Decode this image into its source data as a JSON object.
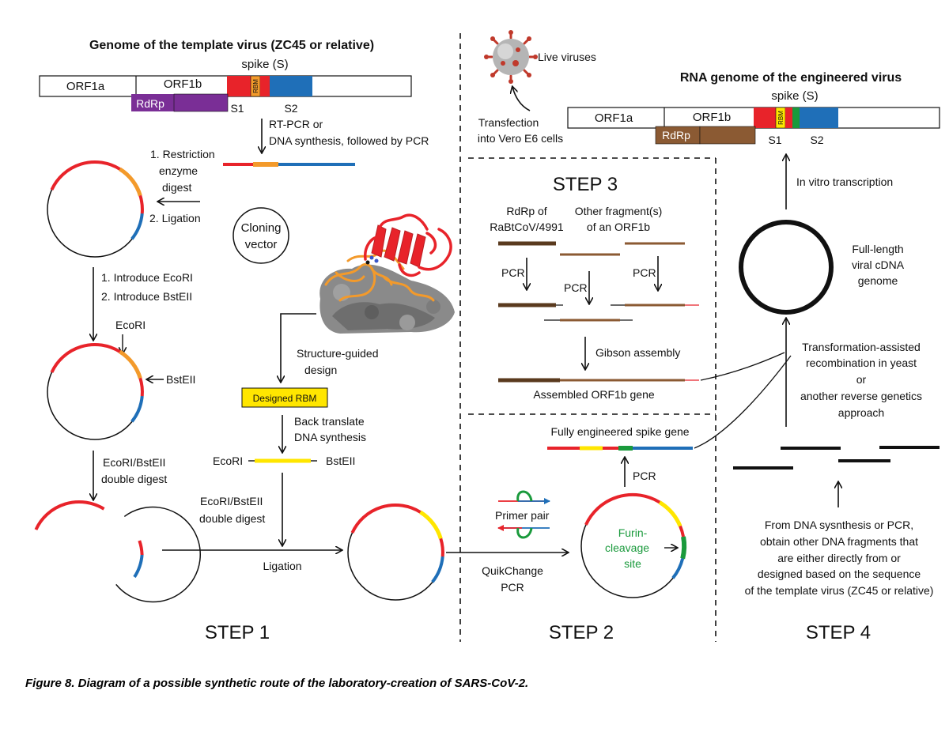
{
  "template_genome": {
    "title": "Genome of the template virus (ZC45 or relative)",
    "orf1a": "ORF1a",
    "orf1b": "ORF1b",
    "rdrp": "RdRp",
    "spike": "spike (S)",
    "rbm": "RBM",
    "s1": "S1",
    "s2": "S2"
  },
  "engineered_genome": {
    "title": "RNA genome of the engineered virus",
    "orf1a": "ORF1a",
    "orf1b": "ORF1b",
    "rdrp": "RdRp",
    "spike": "spike (S)",
    "rbm": "RBM",
    "s1": "S1",
    "s2": "S2"
  },
  "step1": {
    "rtpcr_1": "RT-PCR or",
    "rtpcr_2": "DNA synthesis, followed by PCR",
    "restriction_1": "1. Restriction",
    "restriction_2": "enzyme",
    "restriction_3": "digest",
    "ligation_step": "2. Ligation",
    "cloning_1": "Cloning",
    "cloning_2": "vector",
    "introduce_ecori": "1. Introduce EcoRI",
    "introduce_bsteii": "2. Introduce BstEII",
    "ecori": "EcoRI",
    "bsteii": "BstEII",
    "double_digest_1": "EcoRI/BstEII",
    "double_digest_2": "double digest",
    "structure_1": "Structure-guided",
    "structure_2": "design",
    "designed_rbm": "Designed RBM",
    "back_translate_1": "Back translate",
    "back_translate_2": "DNA synthesis",
    "ecori_end": "EcoRI",
    "bsteii_end": "BstEII",
    "double_digest2_1": "EcoRI/BstEII",
    "double_digest2_2": "double digest",
    "ligation": "Ligation",
    "label": "STEP 1"
  },
  "step2": {
    "primer_pair": "Primer pair",
    "quikchange_1": "QuikChange",
    "quikchange_2": "PCR",
    "furin_1": "Furin-",
    "furin_2": "cleavage",
    "furin_3": "site",
    "pcr": "PCR",
    "spike_gene": "Fully engineered spike gene",
    "label": "STEP 2"
  },
  "step3": {
    "title": "STEP 3",
    "rdrp_of_1": "RdRp of",
    "rdrp_of_2": "RaBtCoV/4991",
    "other_1": "Other fragment(s)",
    "other_2": "of an ORF1b",
    "pcr_a": "PCR",
    "pcr_b": "PCR",
    "pcr_c": "PCR",
    "gibson": "Gibson assembly",
    "assembled": "Assembled ORF1b gene"
  },
  "step4": {
    "live_viruses": "Live viruses",
    "transfection_1": "Transfection",
    "transfection_2": "into Vero E6 cells",
    "in_vitro": "In vitro transcription",
    "full_length_1": "Full-length",
    "full_length_2": "viral cDNA",
    "full_length_3": "genome",
    "tar_1": "Transformation-assisted",
    "tar_2": "recombination in yeast",
    "tar_3": "or",
    "tar_4": "another reverse genetics",
    "tar_5": "approach",
    "from_1": "From DNA sysnthesis or PCR,",
    "from_2": "obtain other DNA fragments that",
    "from_3": "are either directly from or",
    "from_4": "designed based on the sequence",
    "from_5": "of the template virus (ZC45 or relative)",
    "label": "STEP 4"
  },
  "caption": "Figure 8. Diagram of a possible synthetic route of the laboratory-creation of SARS-CoV-2.",
  "colors": {
    "red": "#e8232a",
    "orange": "#f39a2b",
    "blue": "#1f6fb8",
    "yellow": "#ffe600",
    "green": "#1a9a3c",
    "purple": "#7a2e96",
    "brown": "#8b5a33",
    "dark_brown": "#5a3a1e"
  }
}
